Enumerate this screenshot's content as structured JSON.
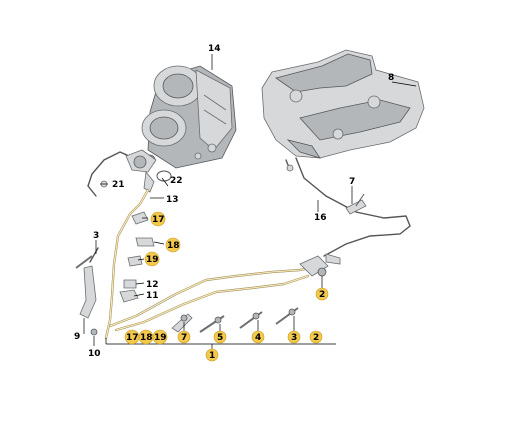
{
  "labels": {
    "c14": "14",
    "c8": "8",
    "c7": "7",
    "c16": "16",
    "c21": "21",
    "c22": "22",
    "c13": "13",
    "c3": "3",
    "c17a": "17",
    "c18a": "18",
    "c19a": "19",
    "c12": "12",
    "c11": "11",
    "c9": "9",
    "c10": "10",
    "c2a": "2",
    "c17b": "17",
    "c18b": "18",
    "c19b": "19",
    "c7b": "7",
    "c5": "5",
    "c4": "4",
    "c3b": "3",
    "c2b": "2",
    "c1": "1"
  },
  "colors": {
    "badge": "#f2c94c",
    "part": "#d6d8d9",
    "line": "#000000"
  }
}
